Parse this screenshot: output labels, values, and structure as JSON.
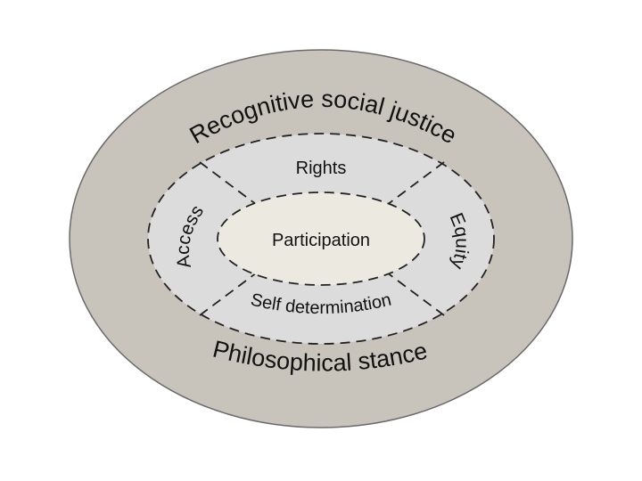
{
  "diagram": {
    "outer_ring": {
      "top_label": "Recognitive social justice",
      "bottom_label": "Philosophical stance",
      "color": "#c8c4bc"
    },
    "middle_ring": {
      "segments": {
        "top": "Rights",
        "left": "Access",
        "right": "Equity",
        "bottom": "Self determination"
      },
      "color": "#dcdcdc"
    },
    "center": {
      "label": "Participation",
      "color": "#ece9e1"
    },
    "border_color": "#6b6b6b",
    "dash_color": "#222222"
  }
}
